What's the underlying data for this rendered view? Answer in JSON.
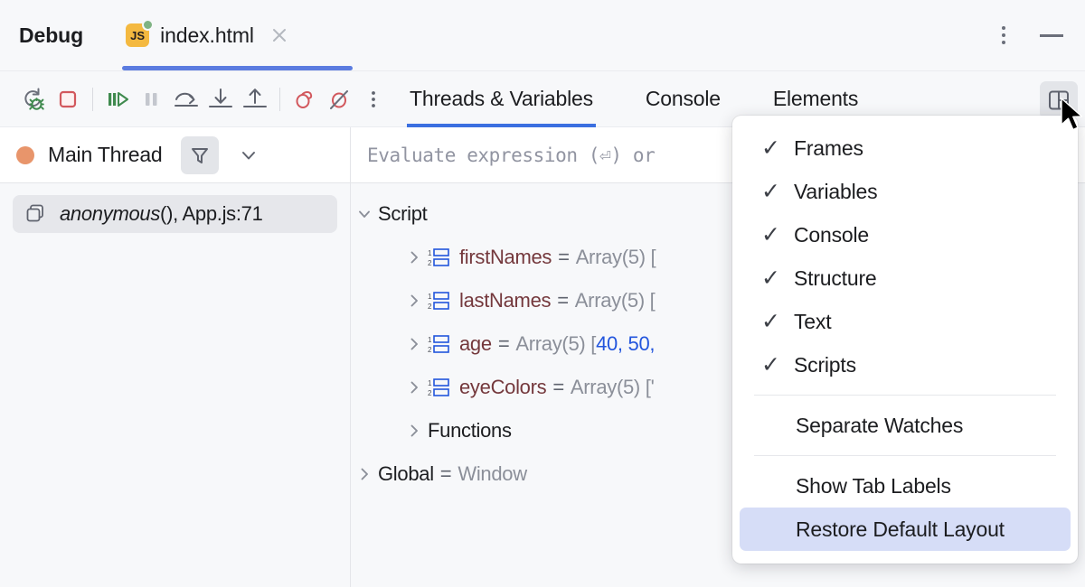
{
  "window": {
    "title": "Debug",
    "tab": {
      "label": "index.html",
      "icon": "js-file-icon",
      "close_icon": "close-icon",
      "running_badge": "green-dot"
    },
    "more_options_icon": "more-options-vertical-icon",
    "minimize_icon": "minimize-icon",
    "accent_color": "#5b7ce0"
  },
  "toolbar": {
    "buttons": [
      {
        "name": "rerun-debug-button",
        "icon": "rerun-debug-icon",
        "title": "Rerun"
      },
      {
        "name": "stop-button",
        "icon": "stop-icon",
        "title": "Stop"
      },
      {
        "name": "resume-button",
        "icon": "resume-program-icon",
        "title": "Resume Program"
      },
      {
        "name": "pause-button",
        "icon": "pause-program-icon",
        "title": "Pause Program"
      },
      {
        "name": "step-over-button",
        "icon": "step-over-icon",
        "title": "Step Over"
      },
      {
        "name": "step-into-button",
        "icon": "step-into-icon",
        "title": "Step Into"
      },
      {
        "name": "step-out-button",
        "icon": "step-out-icon",
        "title": "Step Out"
      },
      {
        "name": "view-breakpoints-button",
        "icon": "breakpoints-icon",
        "title": "View Breakpoints"
      },
      {
        "name": "mute-breakpoints-button",
        "icon": "mute-breakpoints-icon",
        "title": "Mute Breakpoints"
      },
      {
        "name": "more-options-button",
        "icon": "more-options-vertical-icon",
        "title": "More"
      }
    ],
    "tabs": [
      {
        "label": "Threads & Variables",
        "active": true
      },
      {
        "label": "Console",
        "active": false
      },
      {
        "label": "Elements",
        "active": false
      }
    ],
    "layout_settings_icon": "layout-settings-icon"
  },
  "threads": {
    "thread_name": "Main Thread",
    "status_color": "#e8956b",
    "filter_icon": "filter-icon",
    "chevron_icon": "chevron-down-icon",
    "frames": [
      {
        "icon": "stack-frame-icon",
        "fn": "anonymous",
        "rest": "(), App.js:71"
      }
    ]
  },
  "variables": {
    "evaluate_placeholder": "Evaluate expression (⏎) or",
    "rows": [
      {
        "level": 0,
        "twisty": "chevron-down-icon",
        "icon": null,
        "name": "Script",
        "sep": "",
        "value": "",
        "kind": "scope"
      },
      {
        "level": 1,
        "twisty": "chevron-right-icon",
        "icon": "array-icon",
        "name": "firstNames",
        "sep": "=",
        "value": "Array(5) [",
        "kind": "field"
      },
      {
        "level": 1,
        "twisty": "chevron-right-icon",
        "icon": "array-icon",
        "name": "lastNames",
        "sep": "=",
        "value": "Array(5) [",
        "kind": "field"
      },
      {
        "level": 1,
        "twisty": "chevron-right-icon",
        "icon": "array-icon",
        "name": "age",
        "sep": "=",
        "value": "Array(5) [",
        "kind": "field",
        "extra_values": "40, 50,"
      },
      {
        "level": 1,
        "twisty": "chevron-right-icon",
        "icon": "array-icon",
        "name": "eyeColors",
        "sep": "=",
        "value": "Array(5) ['",
        "kind": "field"
      },
      {
        "level": 1,
        "twisty": "chevron-right-icon",
        "icon": null,
        "name": "Functions",
        "sep": "",
        "value": "",
        "kind": "scope"
      },
      {
        "level": 0,
        "twisty": "chevron-right-icon",
        "icon": null,
        "name": "Global",
        "sep": "=",
        "value": "Window",
        "kind": "scope"
      }
    ]
  },
  "popup_menu": {
    "checked_items": [
      {
        "label": "Frames",
        "checked": true
      },
      {
        "label": "Variables",
        "checked": true
      },
      {
        "label": "Console",
        "checked": true
      },
      {
        "label": "Structure",
        "checked": true
      },
      {
        "label": "Text",
        "checked": true
      },
      {
        "label": "Scripts",
        "checked": true
      }
    ],
    "middle_items": [
      {
        "label": "Separate Watches"
      }
    ],
    "bottom_items": [
      {
        "label": "Show Tab Labels",
        "selected": false
      },
      {
        "label": "Restore Default Layout",
        "selected": true
      }
    ],
    "check_glyph": "✓",
    "highlight_color": "#d6ddf7"
  },
  "cursor": {
    "icon": "mouse-pointer-icon"
  }
}
